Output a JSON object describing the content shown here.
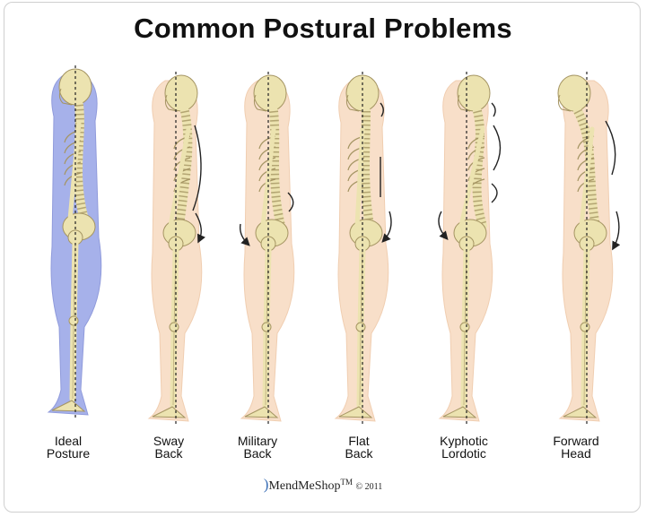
{
  "title": "Common Postural Problems",
  "figures": [
    {
      "line1": "Ideal",
      "line2": "Posture"
    },
    {
      "line1": "Sway",
      "line2": "Back"
    },
    {
      "line1": "Military",
      "line2": "Back"
    },
    {
      "line1": "Flat",
      "line2": "Back"
    },
    {
      "line1": "Kyphotic",
      "line2": "Lordotic"
    },
    {
      "line1": "Forward",
      "line2": "Head"
    }
  ],
  "credit": {
    "brand": "MendMeShop",
    "tm": "TM",
    "year": "© 2011"
  },
  "colors": {
    "ideal_body": "#9da9e8",
    "body": "#f8dcc4",
    "bone": "#ece3b0",
    "bone_stroke": "#a59563",
    "plumb_line": "#222222"
  }
}
